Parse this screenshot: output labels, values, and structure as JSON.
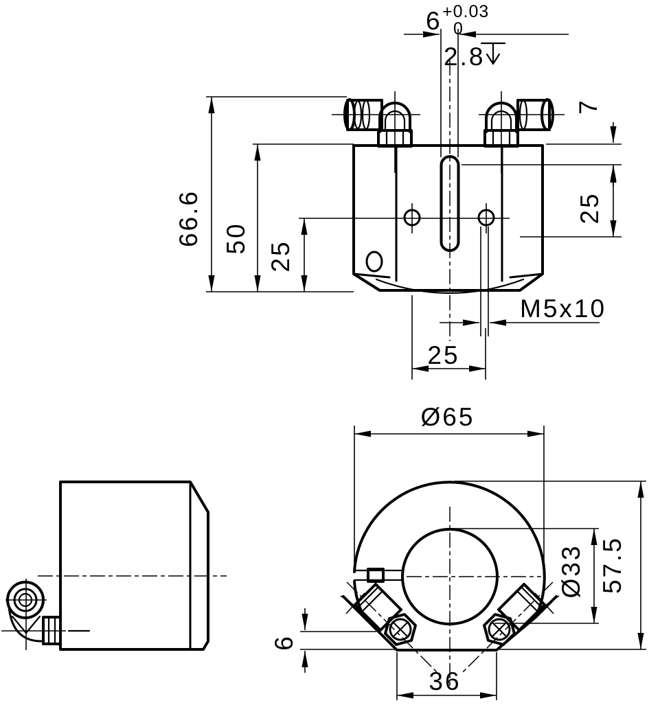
{
  "drawing": {
    "background": "#ffffff",
    "line_color": "#000000",
    "dims": {
      "slot_width": "6",
      "slot_tol_upper": "+0.03",
      "slot_tol_lower": "0",
      "slot_depth": "2.8",
      "overall_height": "66.6",
      "body_height": "50",
      "hole_height": "25",
      "slot_offset_top": "7",
      "slot_length": "25",
      "thread": "M5x10",
      "hole_spacing": "25",
      "outer_dia": "Ø65",
      "bore_dia": "Ø33",
      "side_height": "57.5",
      "base_width": "36",
      "base_thickness": "6"
    },
    "icons": {
      "depth_symbol": "depth-arrow"
    }
  }
}
